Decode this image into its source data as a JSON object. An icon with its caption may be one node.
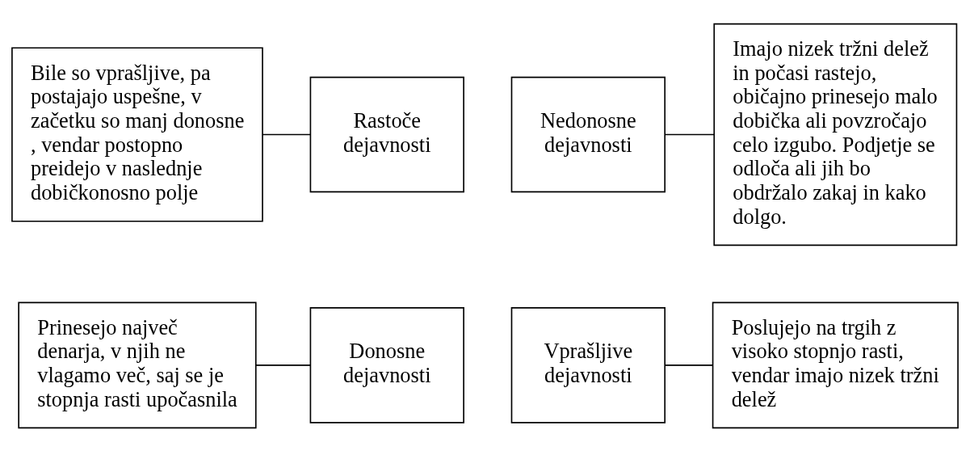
{
  "diagram": {
    "nodes": [
      {
        "text": [
          "Prinesejo največ denarja, v njih ne vlagamo več, saj se je stopnja rasti upočasnila"
        ]
      },
      {
        "text": [
          "Donosne dejavnosti"
        ]
      },
      {
        "text": [
          "Vprašljive dejavnosti"
        ]
      },
      {
        "text": [
          "Poslujejo na trgih z visoko stopnjo rasti, vendar imajo nizek tržni delež"
        ]
      },
      {
        "text": [
          "Rastoče dejavnosti"
        ]
      },
      {
        "text": [
          "Nedonosne dejavnosti"
        ]
      },
      {
        "text": [
          "Bile so vprašljive, pa postajajo uspešne, v začetku so manj donosne , vendar postopno preidejo v naslednje dobičkonosno polje"
        ]
      },
      {
        "text": [
          "Imajo nizek tržni delež in počasi rastejo, običajno prinesejo malo dobička ali povzročajo celo izgubo. Podjetje se odloča ali jih bo obdržalo zakaj in kako dolgo."
        ]
      }
    ],
    "edges": [
      {
        "from": 0,
        "to": 1,
        "arrow": "none"
      },
      {
        "from": 2,
        "to": 3,
        "arrow": "none"
      },
      {
        "from": 6,
        "to": 4,
        "arrow": "none"
      },
      {
        "from": 5,
        "to": 7,
        "arrow": "none"
      }
    ]
  }
}
